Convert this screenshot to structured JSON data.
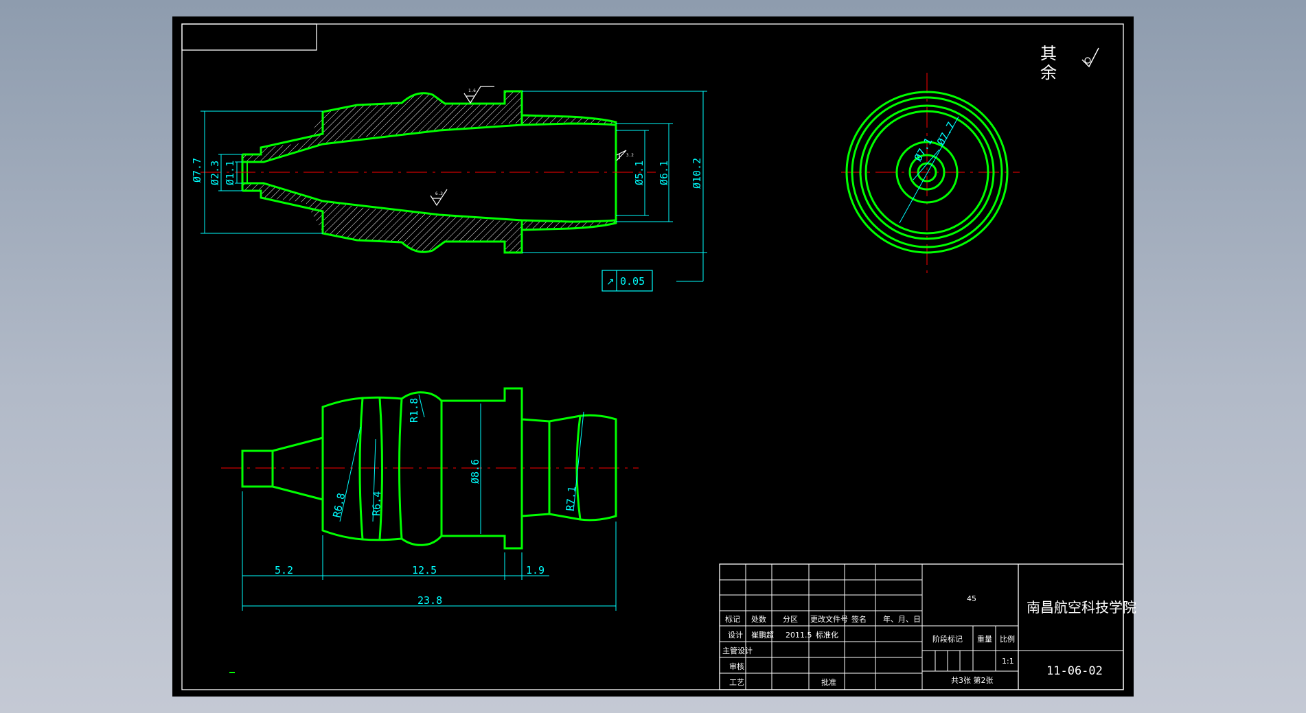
{
  "colors": {
    "background_outer": "#9aa6b6",
    "sheet": "#000000",
    "frame": "#ffffff",
    "outline": "#00ff00",
    "dimension": "#00ffff",
    "centerline": "#ff0000",
    "hatch": "#ffffff"
  },
  "roughness_note": {
    "text_line1": "其",
    "text_line2": "余",
    "symbol": "roughness-check-icon"
  },
  "section_view": {
    "dims": {
      "d_outer": "Ø7.7",
      "d_mid": "Ø2.3",
      "d_hole": "Ø1.1",
      "d_bore": "Ø5.1",
      "d_bore2": "Ø6.1",
      "d_max": "Ø10.2"
    },
    "roughness_top": "1.6",
    "roughness_bottom": "6.3",
    "roughness_bore": "3.2",
    "runout_tolerance": {
      "symbol": "↗",
      "value": "0.05"
    }
  },
  "end_view": {
    "dims": {
      "d1": "Ø7.1",
      "d2": "Ø7.7"
    }
  },
  "profile_view": {
    "dims": {
      "r1": "R6.8",
      "r2": "R6.4",
      "r3": "R1.8",
      "d_main": "Ø8.6",
      "r4": "R7.1",
      "len1": "5.2",
      "len2": "12.5",
      "len3": "1.9",
      "total": "23.8"
    }
  },
  "title_block": {
    "material": "45",
    "school": "南昌航空科技学院",
    "drawing_no": "11-06-02",
    "scale": "1:1",
    "sheets": "共3张 第2张",
    "row_headers": [
      "标记",
      "处数",
      "分区",
      "更改文件号",
      "签名",
      "年、月、日"
    ],
    "design_label": "设计",
    "designer": "崔鹏超",
    "design_date": "2011.5",
    "standardize_label": "标准化",
    "stage_label": "阶段标记",
    "weight_label": "重量",
    "scale_label": "比例",
    "main_design_label": "主管设计",
    "review_label": "审核",
    "process_label": "工艺",
    "approve_label": "批准"
  }
}
